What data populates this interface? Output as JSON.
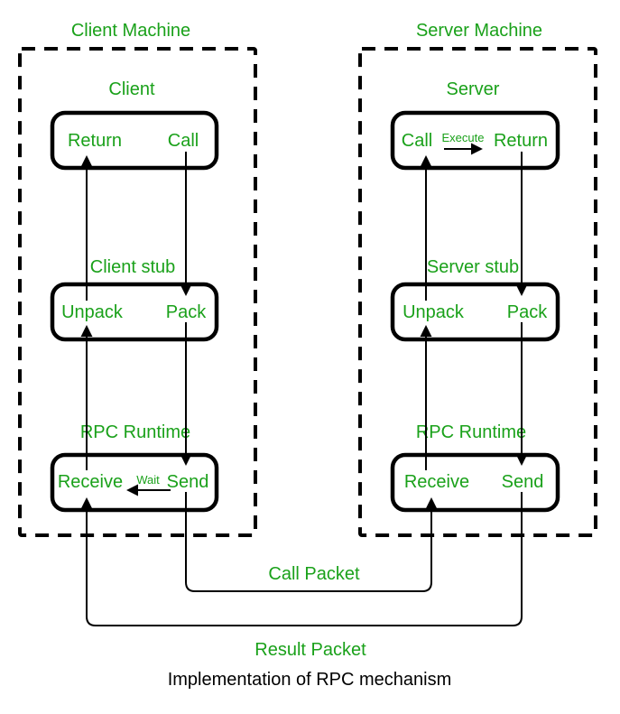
{
  "colors": {
    "green": "#1aa11a",
    "line": "#000000",
    "background": "#ffffff"
  },
  "client_machine": {
    "title": "Client Machine",
    "layer1": {
      "label": "Client",
      "left": "Return",
      "right": "Call"
    },
    "layer2": {
      "label": "Client stub",
      "left": "Unpack",
      "right": "Pack"
    },
    "layer3": {
      "label": "RPC Runtime",
      "left": "Receive",
      "right": "Send",
      "annotation": "Wait"
    }
  },
  "server_machine": {
    "title": "Server Machine",
    "layer1": {
      "label": "Server",
      "left": "Call",
      "right": "Return",
      "annotation": "Execute"
    },
    "layer2": {
      "label": "Server stub",
      "left": "Unpack",
      "right": "Pack"
    },
    "layer3": {
      "label": "RPC Runtime",
      "left": "Receive",
      "right": "Send"
    }
  },
  "connectors": {
    "call_packet": "Call Packet",
    "result_packet": "Result Packet"
  },
  "caption": "Implementation of RPC mechanism"
}
